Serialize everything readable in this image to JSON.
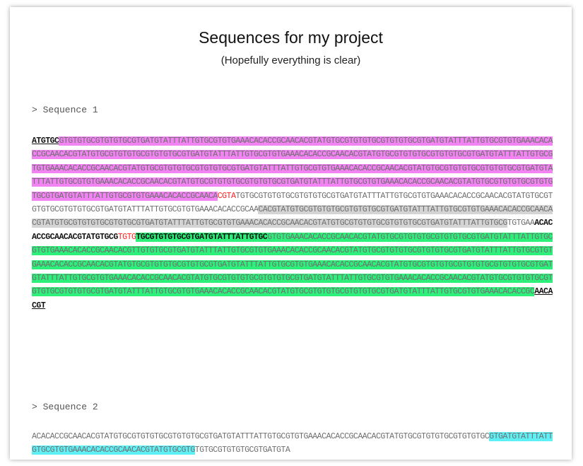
{
  "header": {
    "title": "Sequences for my project",
    "subtitle": "(Hopefully everything is clear)"
  },
  "sequence1": {
    "label": "> Sequence 1",
    "segments": [
      {
        "style": "bold-ul",
        "text": "ATGTGC"
      },
      {
        "style": "hl-pink",
        "text": "GTGTGTGCGTGTGTGCGTGATGTATTTATTGTGCGTGTGAAACACACCGCAACACGTATGTGCGTGTGTGCGTGTGTGCGTGATGTATTTATTGTGCGTGTGAAACACACCGCAACACGTATGTGCGTGTGTGCGTGTGTGCGTGATGTATTTATTGTGCGTGTGAAACACACCGCAACACGTATGTGCGTGTGTGCGTGTGTGCGTGATGTATTTATTGTGCGTGTGAAACACACCGCAACACGTATGTGCGTGTGTGCGTGTGTGCGTGATGTATTTATTGTGCGTGTGAAACACACCGCAACACGTATGTGCGTGTGTGCGTGTGTGCGTGATGTATTTATTGTGCGTGTGAAACACACCGCAACACGTATGTGCGTGTGTGCGTGTGTGCGTGATGTATTTATTGTGCGTGTGAAACACACCGCAACACGTATGTGCGTGTGTGCGTGTGTGCGTGATGTATTTATTGTGCGTGTGAAACACACCGCAACA"
      },
      {
        "style": "red",
        "text": "CGTA"
      },
      {
        "style": "plain",
        "text": "TGTGCGTGTGTGCGTGTGTGCGTGATGTATTTATTGTGCGTGTGAAACACACCGCAACACGTATGTGCGTGTGTGCGTGTGTGCGTGATGTATTTATTGTGCGTGTGAAACACACCGCAA"
      },
      {
        "style": "hl-gray",
        "text": "CACGTATGTGCGTGTGTGCGTGTGTGCGTGATGTATTTATTGTGCGTGTGAAACACACCGCAACACGTATGTGCGTGTGTGCGTGTGCGTGATGTATTTATTGTGCGTGTGAAACACACCGCAACACGTATGTGCGTGTGTGCGTGTGTGCGTGATGTATTTATTGTGCG"
      },
      {
        "style": "plain",
        "text": "TGTGAA"
      },
      {
        "style": "bold",
        "text": "ACACACCGCAACACGTATGTGCG"
      },
      {
        "style": "red",
        "text": "TGTG"
      },
      {
        "style": "hl-green bold",
        "text": "TGCGTGTGTGCGTGATGTATTTATTGTGC"
      },
      {
        "style": "hl-green",
        "text": "GTGTGAAACACACCGCAACACGTATGTGCGTGTGTGCGTGTGTGCGTGATGTATTTATTGTGCGTGTGAAACACACCGCAACACGTTGTGTGCGTGATGTATTTATTGTGCGTGTGAAACACACCGCAACACGTATGTGCGTGTGTGCGTGTGTGCGTGATGTATTTATTGTGCGTGTGAAACACACCGCAACACGTATGTGCGTGTGTGCGTGTGCGTGATGTATTTATTGTGCGTGTGAAACACACCGCAACACGTATGTGCGTGTGTGCGTGTGTGCGTGTGTGCGTGATGTATTTATTGTGCGTGTGAAACACACCGCAACACGTATGTGCGTGTGTGCGTGTGTGCGTGATGTATTTATTGTGCGTGTGAAACACACCGCAACACGTATGTGCGTGTGTGCGTGTGTGCGTGTGTGCGTGATGTATTTATTGTGCGTGTGAAACACACCGCAACACGTATGTGCGTGTGTGCGTGTGTGCGTGATGTATTTATTGTGCGTGTGAAACACACCGC"
      },
      {
        "style": "bold-ul",
        "text": "AACACGT"
      }
    ]
  },
  "sequence2": {
    "label": "> Sequence 2",
    "segments": [
      {
        "style": "plain",
        "text": "ACACACCGCAACACGTATGTGCGTGTGTGCGTGTGTGCGTGATGTATTTATTGTGCGTGTGAAACACACCGCAACACGTATGTGCGTGTGTGCGTGTGTGC"
      },
      {
        "style": "hl-cyan",
        "text": "GTGATGTATTTATTGTGCGTGTGAAACACACCGCAACACGTATGTGCGTG"
      },
      {
        "style": "plain",
        "text": "TGTGCGTGTGTGCGTGATGTA"
      }
    ]
  }
}
